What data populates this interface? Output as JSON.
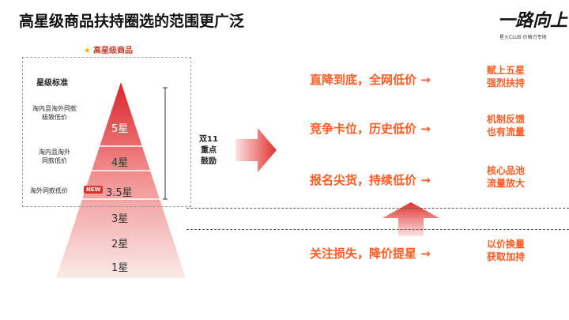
{
  "title": "高星级商品扶持圈选的范围更广泛",
  "logo": {
    "main": "一路向上",
    "sub": "星火CLUB 价格力专场"
  },
  "high_star_label": "高星级商品",
  "standard_label": "星级标准",
  "levels": {
    "s5": "5星",
    "s4": "4星",
    "s35": "3.5星",
    "s3": "3星",
    "s2": "2星",
    "s1": "1星"
  },
  "side_labels": {
    "s5": "淘内且淘外同款\n极致低价",
    "s4": "淘内且淘外\n同款低价",
    "s35": "淘外同款低价"
  },
  "new_badge": "NEW",
  "double11": "双11\n重点\n鼓励",
  "middle": {
    "row1": "直降到底，全网低价 →",
    "row2": "竞争卡位，历史低价 →",
    "row3": "报名尖货，持续低价 →",
    "row4": "关注损失，降价提星 →"
  },
  "right": {
    "row1": "赋上五星\n强烈扶持",
    "row2": "机制反馈\n也有流量",
    "row3": "核心品池\n流量放大",
    "row4": "以价换量\n获取加持"
  }
}
